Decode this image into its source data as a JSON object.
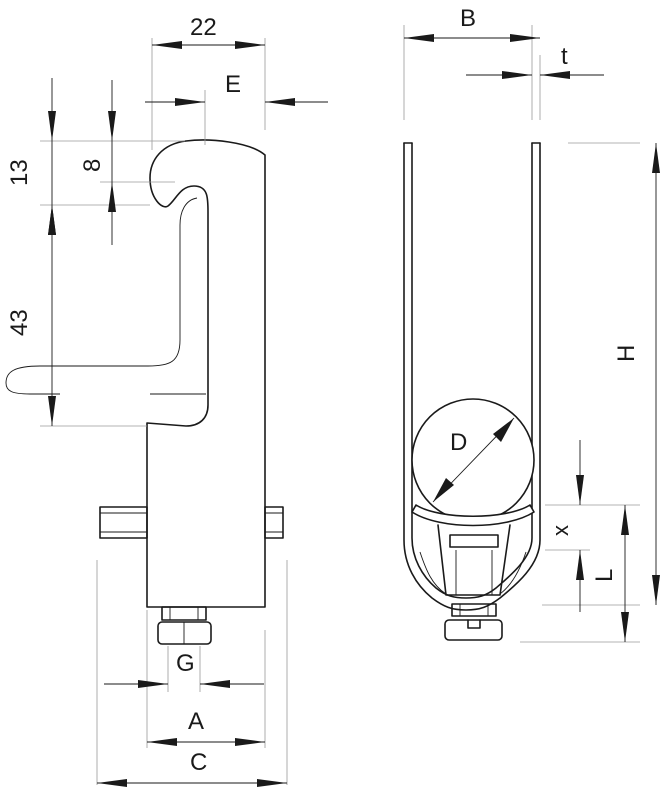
{
  "labels": {
    "dim_22": "22",
    "dim_E": "E",
    "dim_13": "13",
    "dim_8": "8",
    "dim_43": "43",
    "dim_G": "G",
    "dim_A": "A",
    "dim_C": "C",
    "dim_B": "B",
    "dim_t": "t",
    "dim_H": "H",
    "dim_D": "D",
    "dim_x": "x",
    "dim_L": "L"
  }
}
